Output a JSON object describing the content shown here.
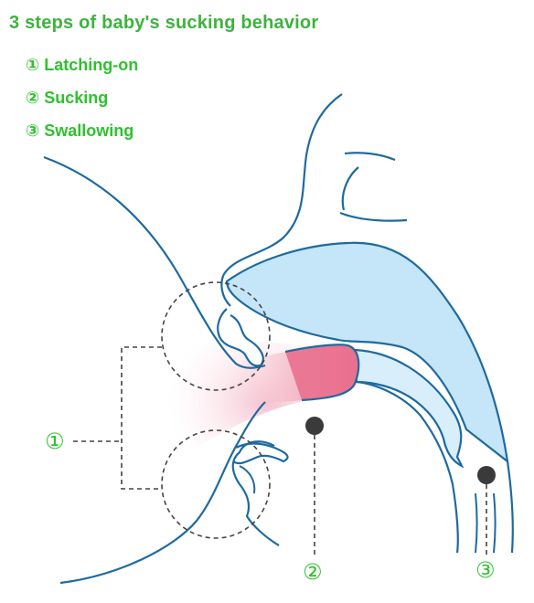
{
  "title": "3 steps of baby's sucking behavior",
  "steps": [
    {
      "label": "① Latching-on"
    },
    {
      "label": "② Sucking"
    },
    {
      "label": "③ Swallowing"
    }
  ],
  "callouts": {
    "latching": "①",
    "sucking": "②",
    "swallowing": "③"
  },
  "colors": {
    "title": "#3cb43c",
    "step_text": "#2ec22e",
    "outline": "#1e6aa0",
    "fill_light_blue": "#c5e5f8",
    "nipple_pink": "#e9708e",
    "marker": "#3a3a3a"
  }
}
